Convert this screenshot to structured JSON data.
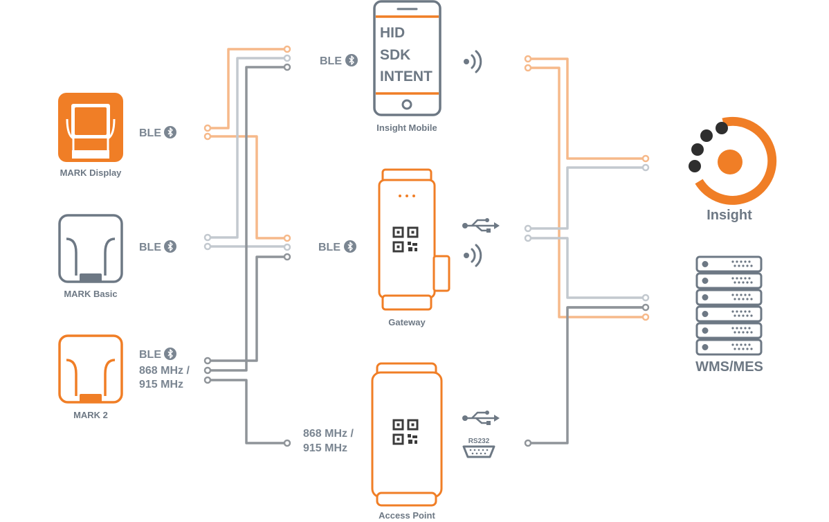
{
  "devices": {
    "mark_display": "MARK Display",
    "mark_basic": "MARK Basic",
    "mark_2": "MARK 2",
    "insight_mobile": "Insight Mobile",
    "gateway": "Gateway",
    "access_point": "Access Point",
    "insight": "Insight",
    "wms_mes": "WMS/MES"
  },
  "labels": {
    "ble": "BLE",
    "radio_line1": "868 MHz /",
    "radio_line2": "915 MHz",
    "rs232": "RS232"
  },
  "phone_screen": {
    "line1": "HID",
    "line2": "SDK",
    "line3": "INTENT"
  },
  "colors": {
    "orange": "#f07e26",
    "light_orange": "#f6b98a",
    "slate": "#6d7884",
    "light_gray": "#c3c9cf",
    "dark_gray": "#8f9499"
  },
  "icons": {
    "ble": "bluetooth-icon",
    "wireless": "wireless-signal-icon",
    "usb": "usb-icon",
    "serial": "serial-port-icon",
    "qr": "qr-code-icon"
  }
}
